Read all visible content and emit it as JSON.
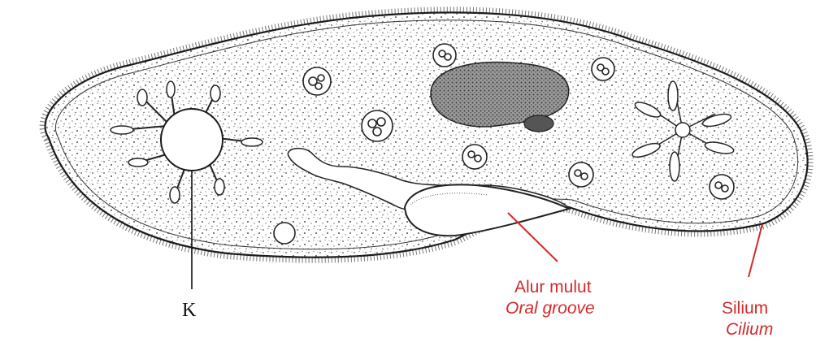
{
  "labels": {
    "k": "K",
    "oral_groove_ms": "Alur mulut",
    "oral_groove_en": "Oral groove",
    "cilium_ms": "Silium",
    "cilium_en": "Cilium"
  },
  "colors": {
    "label_red": "#d42a2a",
    "ink": "#1a1a1a",
    "cytoplasm": "#ffffff",
    "macronucleus": "#6e6e6e"
  }
}
